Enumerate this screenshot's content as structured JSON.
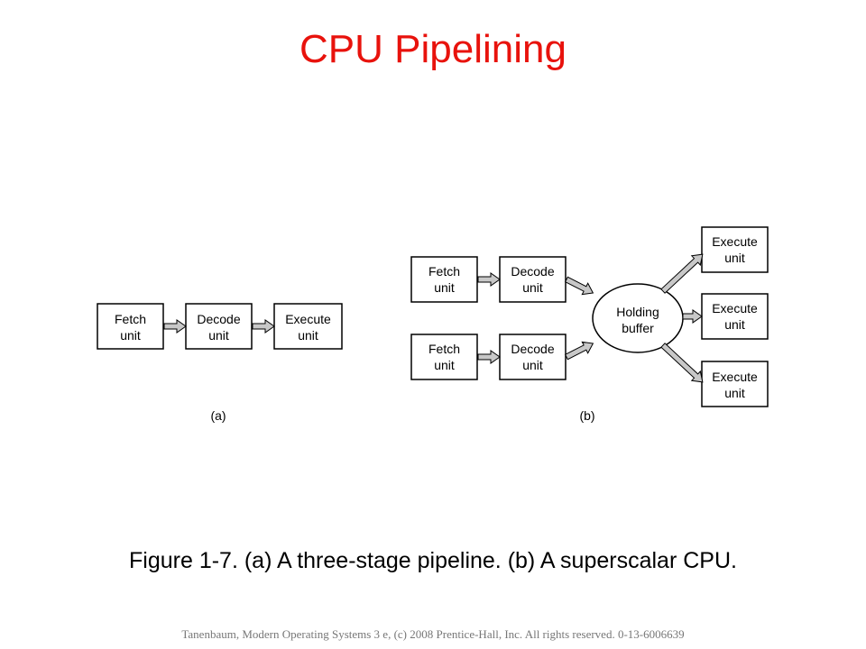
{
  "title": "CPU Pipelining",
  "diagram_a": {
    "boxes": [
      [
        "Fetch",
        "unit"
      ],
      [
        "Decode",
        "unit"
      ],
      [
        "Execute",
        "unit"
      ]
    ],
    "label": "(a)"
  },
  "diagram_b": {
    "top_row": [
      [
        "Fetch",
        "unit"
      ],
      [
        "Decode",
        "unit"
      ]
    ],
    "bottom_row": [
      [
        "Fetch",
        "unit"
      ],
      [
        "Decode",
        "unit"
      ]
    ],
    "buffer": [
      "Holding",
      "buffer"
    ],
    "execute_units": [
      [
        "Execute",
        "unit"
      ],
      [
        "Execute",
        "unit"
      ],
      [
        "Execute",
        "unit"
      ]
    ],
    "label": "(b)"
  },
  "caption": "Figure 1-7. (a) A three-stage pipeline. (b) A superscalar CPU.",
  "footer": "Tanenbaum, Modern Operating Systems 3 e, (c) 2008 Prentice-Hall, Inc. All rights reserved. 0-13-6006639",
  "colors": {
    "title": "#e8120c",
    "arrow_fill": "#c8c8c8",
    "stroke": "#000000"
  }
}
